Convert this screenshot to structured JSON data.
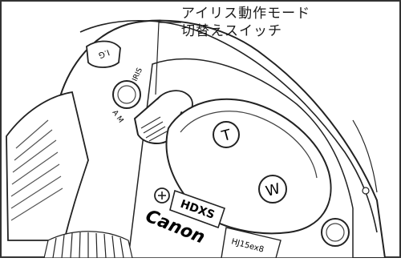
{
  "callout": {
    "line1": "アイリス動作モード",
    "line2": "切替えスイッチ"
  },
  "labels": {
    "one_push_button": "I.G",
    "iris_label": "IRIS",
    "switch_positions": "A  M",
    "tele_button": "T",
    "wide_button": "W",
    "hdxs_logo": "HDXS",
    "brand_logo": "Canon",
    "model_label": "HJ15ex8"
  }
}
